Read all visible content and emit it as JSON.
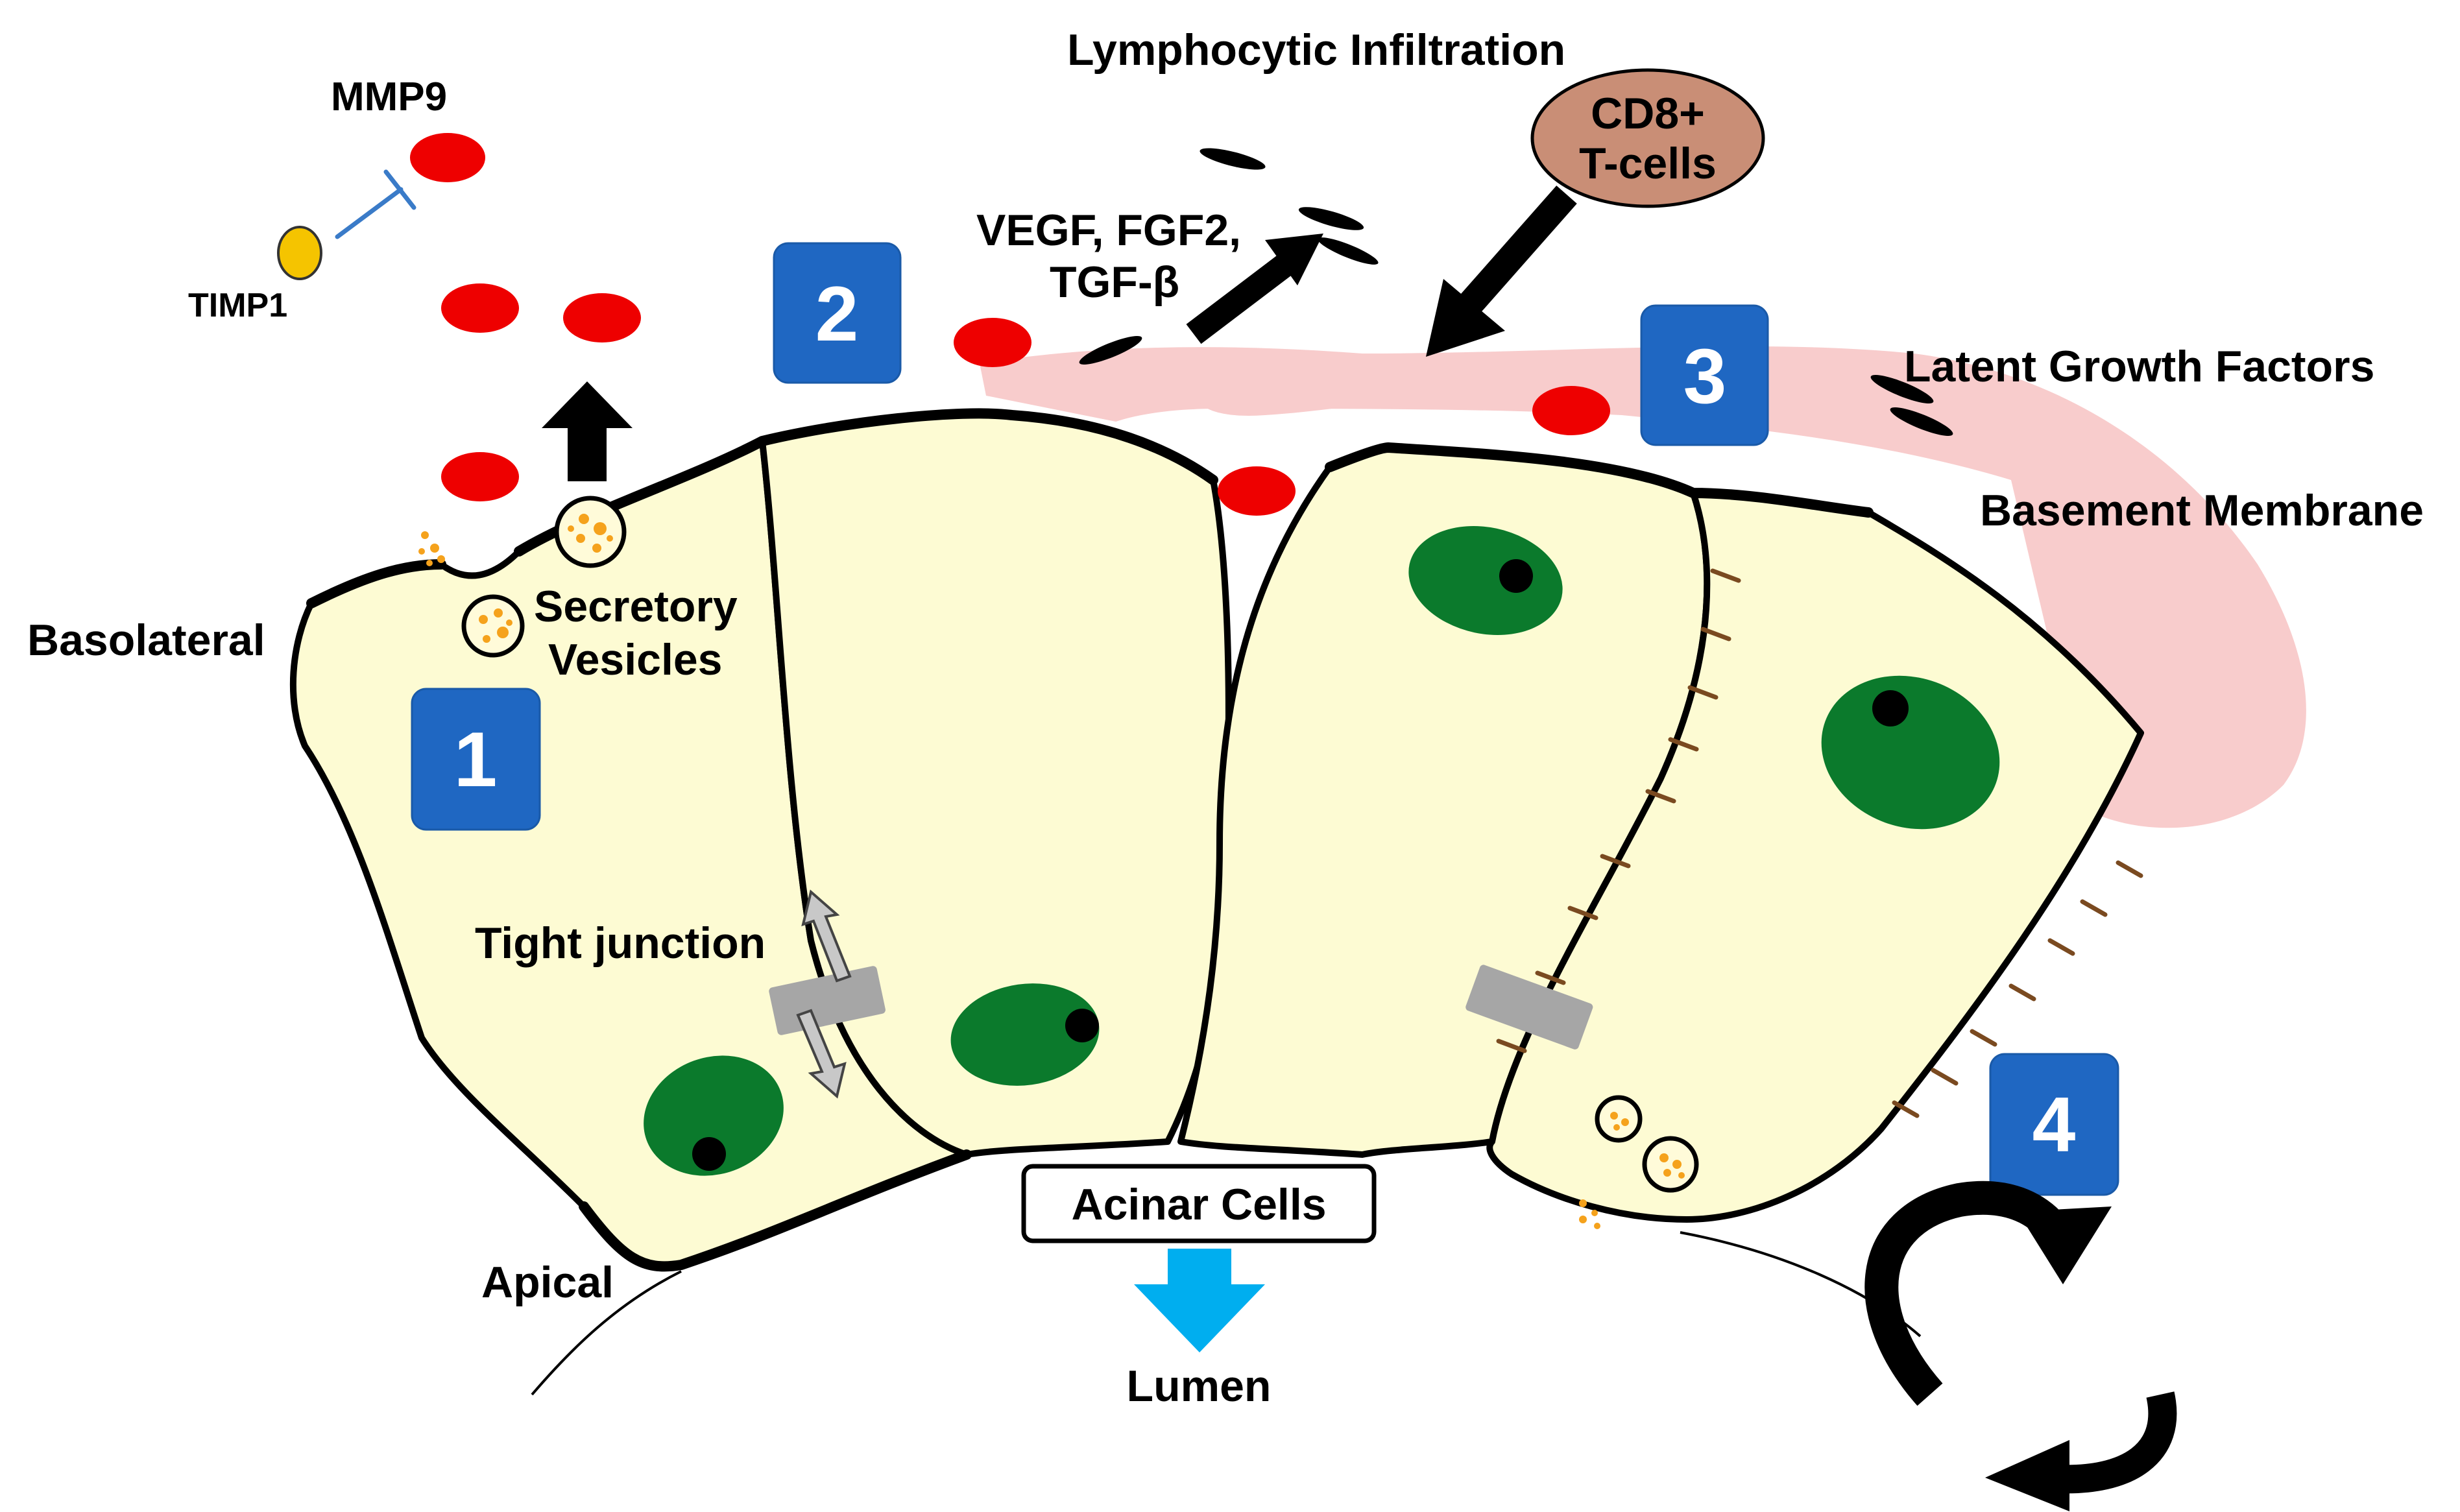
{
  "colors": {
    "cell_fill": "#fdfbd3",
    "basement_membrane": "#f8cccc",
    "nucleus": "#0b7a2c",
    "mmp9": "#ee0000",
    "timp1": "#f5c400",
    "inhibition_line": "#3a7bc8",
    "badge": "#1f67c2",
    "tcell": "#c98e76",
    "lumen_arrow": "#00aeef",
    "tight_junction": "#a6a6a6",
    "junction_ticks": "#7a4a20",
    "secretory_dots": "#f5a21c"
  },
  "labels": {
    "mmp9": "MMP9",
    "timp1": "TIMP1",
    "lymphocytic_infiltration": "Lymphocytic Infiltration",
    "tcells_line1": "CD8+",
    "tcells_line2": "T-cells",
    "growth_factors_line1": "VEGF, FGF2,",
    "growth_factors_line2": "TGF-β",
    "latent_growth_factors": "Latent Growth Factors",
    "basement_membrane": "Basement Membrane",
    "basolateral": "Basolateral",
    "secretory_line1": "Secretory",
    "secretory_line2": "Vesicles",
    "tight_junction": "Tight junction",
    "apical": "Apical",
    "acinar_cells": "Acinar Cells",
    "lumen": "Lumen"
  },
  "badges": [
    "1",
    "2",
    "3",
    "4"
  ],
  "icons": {
    "tcell": "cd8-tcell-ellipse-icon",
    "tight_junction": "tight-junction-icon",
    "rotation": "rotation-arrows-icon"
  }
}
